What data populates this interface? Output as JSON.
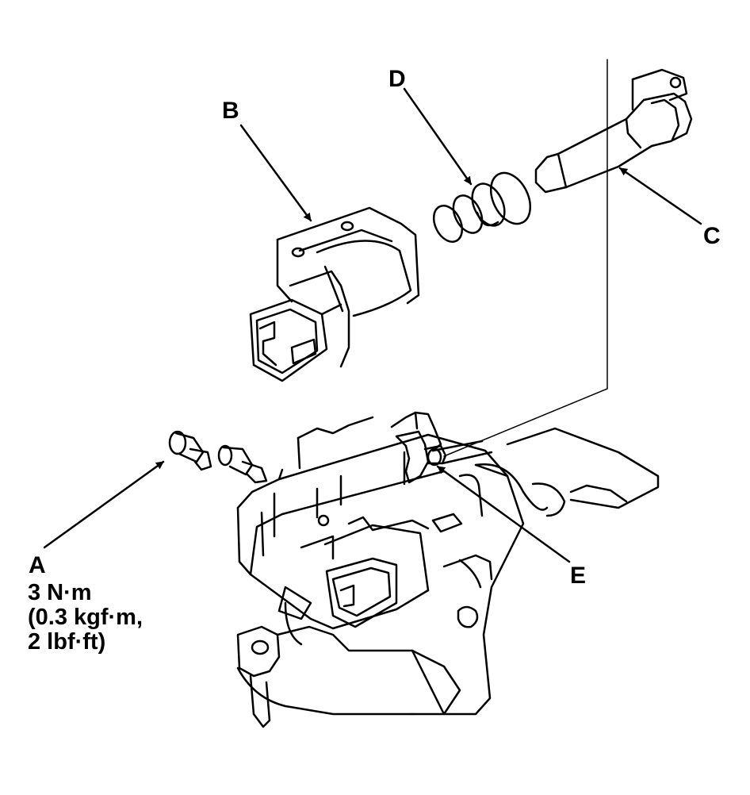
{
  "callouts": {
    "a": "A",
    "b": "B",
    "c": "C",
    "d": "D",
    "e": "E"
  },
  "torque_spec": {
    "line1": "3 N·m",
    "line2": "(0.3 kgf·m,",
    "line3": "2 lbf·ft)"
  }
}
